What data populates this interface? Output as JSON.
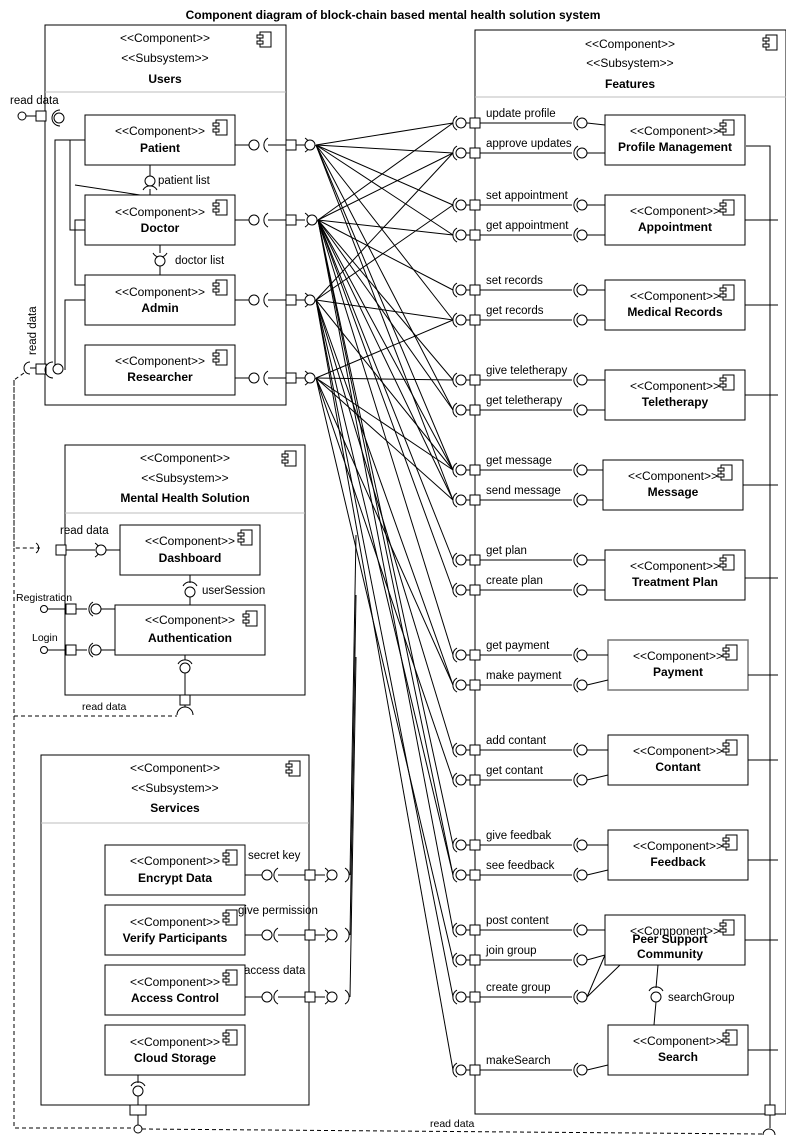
{
  "title": "Component diagram of block-chain based mental health solution system",
  "stereotypes": {
    "component": "<<Component>>",
    "subsystem": "<<Subsystem>>"
  },
  "subsystems": {
    "users": "Users",
    "features": "Features",
    "mental_health": "Mental Health Solution",
    "services": "Services"
  },
  "user_components": [
    "Patient",
    "Doctor",
    "Admin",
    "Researcher"
  ],
  "user_interfaces": {
    "patient_list": "patient list",
    "doctor_list": "doctor list"
  },
  "mhs_components": {
    "dashboard": "Dashboard",
    "authentication": "Authentication"
  },
  "mhs_interfaces": {
    "read_data": "read data",
    "user_session": "userSession",
    "registration": "Registration",
    "login": "Login"
  },
  "service_components": [
    "Encrypt Data",
    "Verify Participants",
    "Access Control",
    "Cloud Storage"
  ],
  "service_interfaces": [
    "secret key",
    "give permission",
    "access data"
  ],
  "read_data_labels": [
    "read data",
    "read data",
    "read data",
    "read data"
  ],
  "feature_components": [
    {
      "name": "Profile Management",
      "interfaces": [
        "update profile",
        "approve updates"
      ]
    },
    {
      "name": "Appointment",
      "interfaces": [
        "set appointment",
        "get appointment"
      ]
    },
    {
      "name": "Medical Records",
      "interfaces": [
        "set records",
        "get records"
      ]
    },
    {
      "name": "Teletherapy",
      "interfaces": [
        "give teletherapy",
        "get teletherapy"
      ]
    },
    {
      "name": "Message",
      "interfaces": [
        "get message",
        "send message"
      ]
    },
    {
      "name": "Treatment Plan",
      "interfaces": [
        "get plan",
        "create plan"
      ]
    },
    {
      "name": "Payment",
      "interfaces": [
        "get payment",
        "make payment"
      ]
    },
    {
      "name": "Contant",
      "interfaces": [
        "add contant",
        "get contant"
      ]
    },
    {
      "name": "Feedback",
      "interfaces": [
        "give feedbak",
        "see feedback"
      ]
    },
    {
      "name": "Peer Support",
      "name2": "Community",
      "interfaces": [
        "post content",
        "join group",
        "create group"
      ]
    },
    {
      "name": "Search",
      "interfaces": [
        "makeSearch"
      ]
    }
  ],
  "feature_interfaces_extra": {
    "search_group": "searchGroup"
  }
}
